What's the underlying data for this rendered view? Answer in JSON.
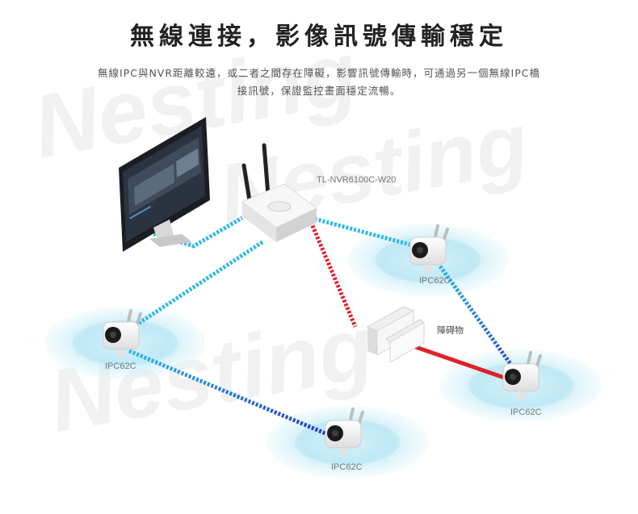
{
  "title": "無線連接，影像訊號傳輸穩定",
  "description_line1": "無線IPC與NVR距離較遠，或二者之間存在障礙，影響訊號傳輸時，可通過另一個無線IPC橋",
  "description_line2": "接訊號，保證監控畫面穩定流暢。",
  "watermark": "Nesting",
  "nvr_label": "TL-NVR6100C-W20",
  "obstacle_label": "障碍物",
  "cameras": [
    {
      "label": "IPC62C"
    },
    {
      "label": "IPC62C"
    },
    {
      "label": "IPC62C"
    },
    {
      "label": "IPC62C"
    }
  ],
  "colors": {
    "cyan_link": "#2fb8e8",
    "blue_link": "#2a3fd0",
    "red_link": "#e0202a",
    "signal_ring": "#cdeef7"
  }
}
